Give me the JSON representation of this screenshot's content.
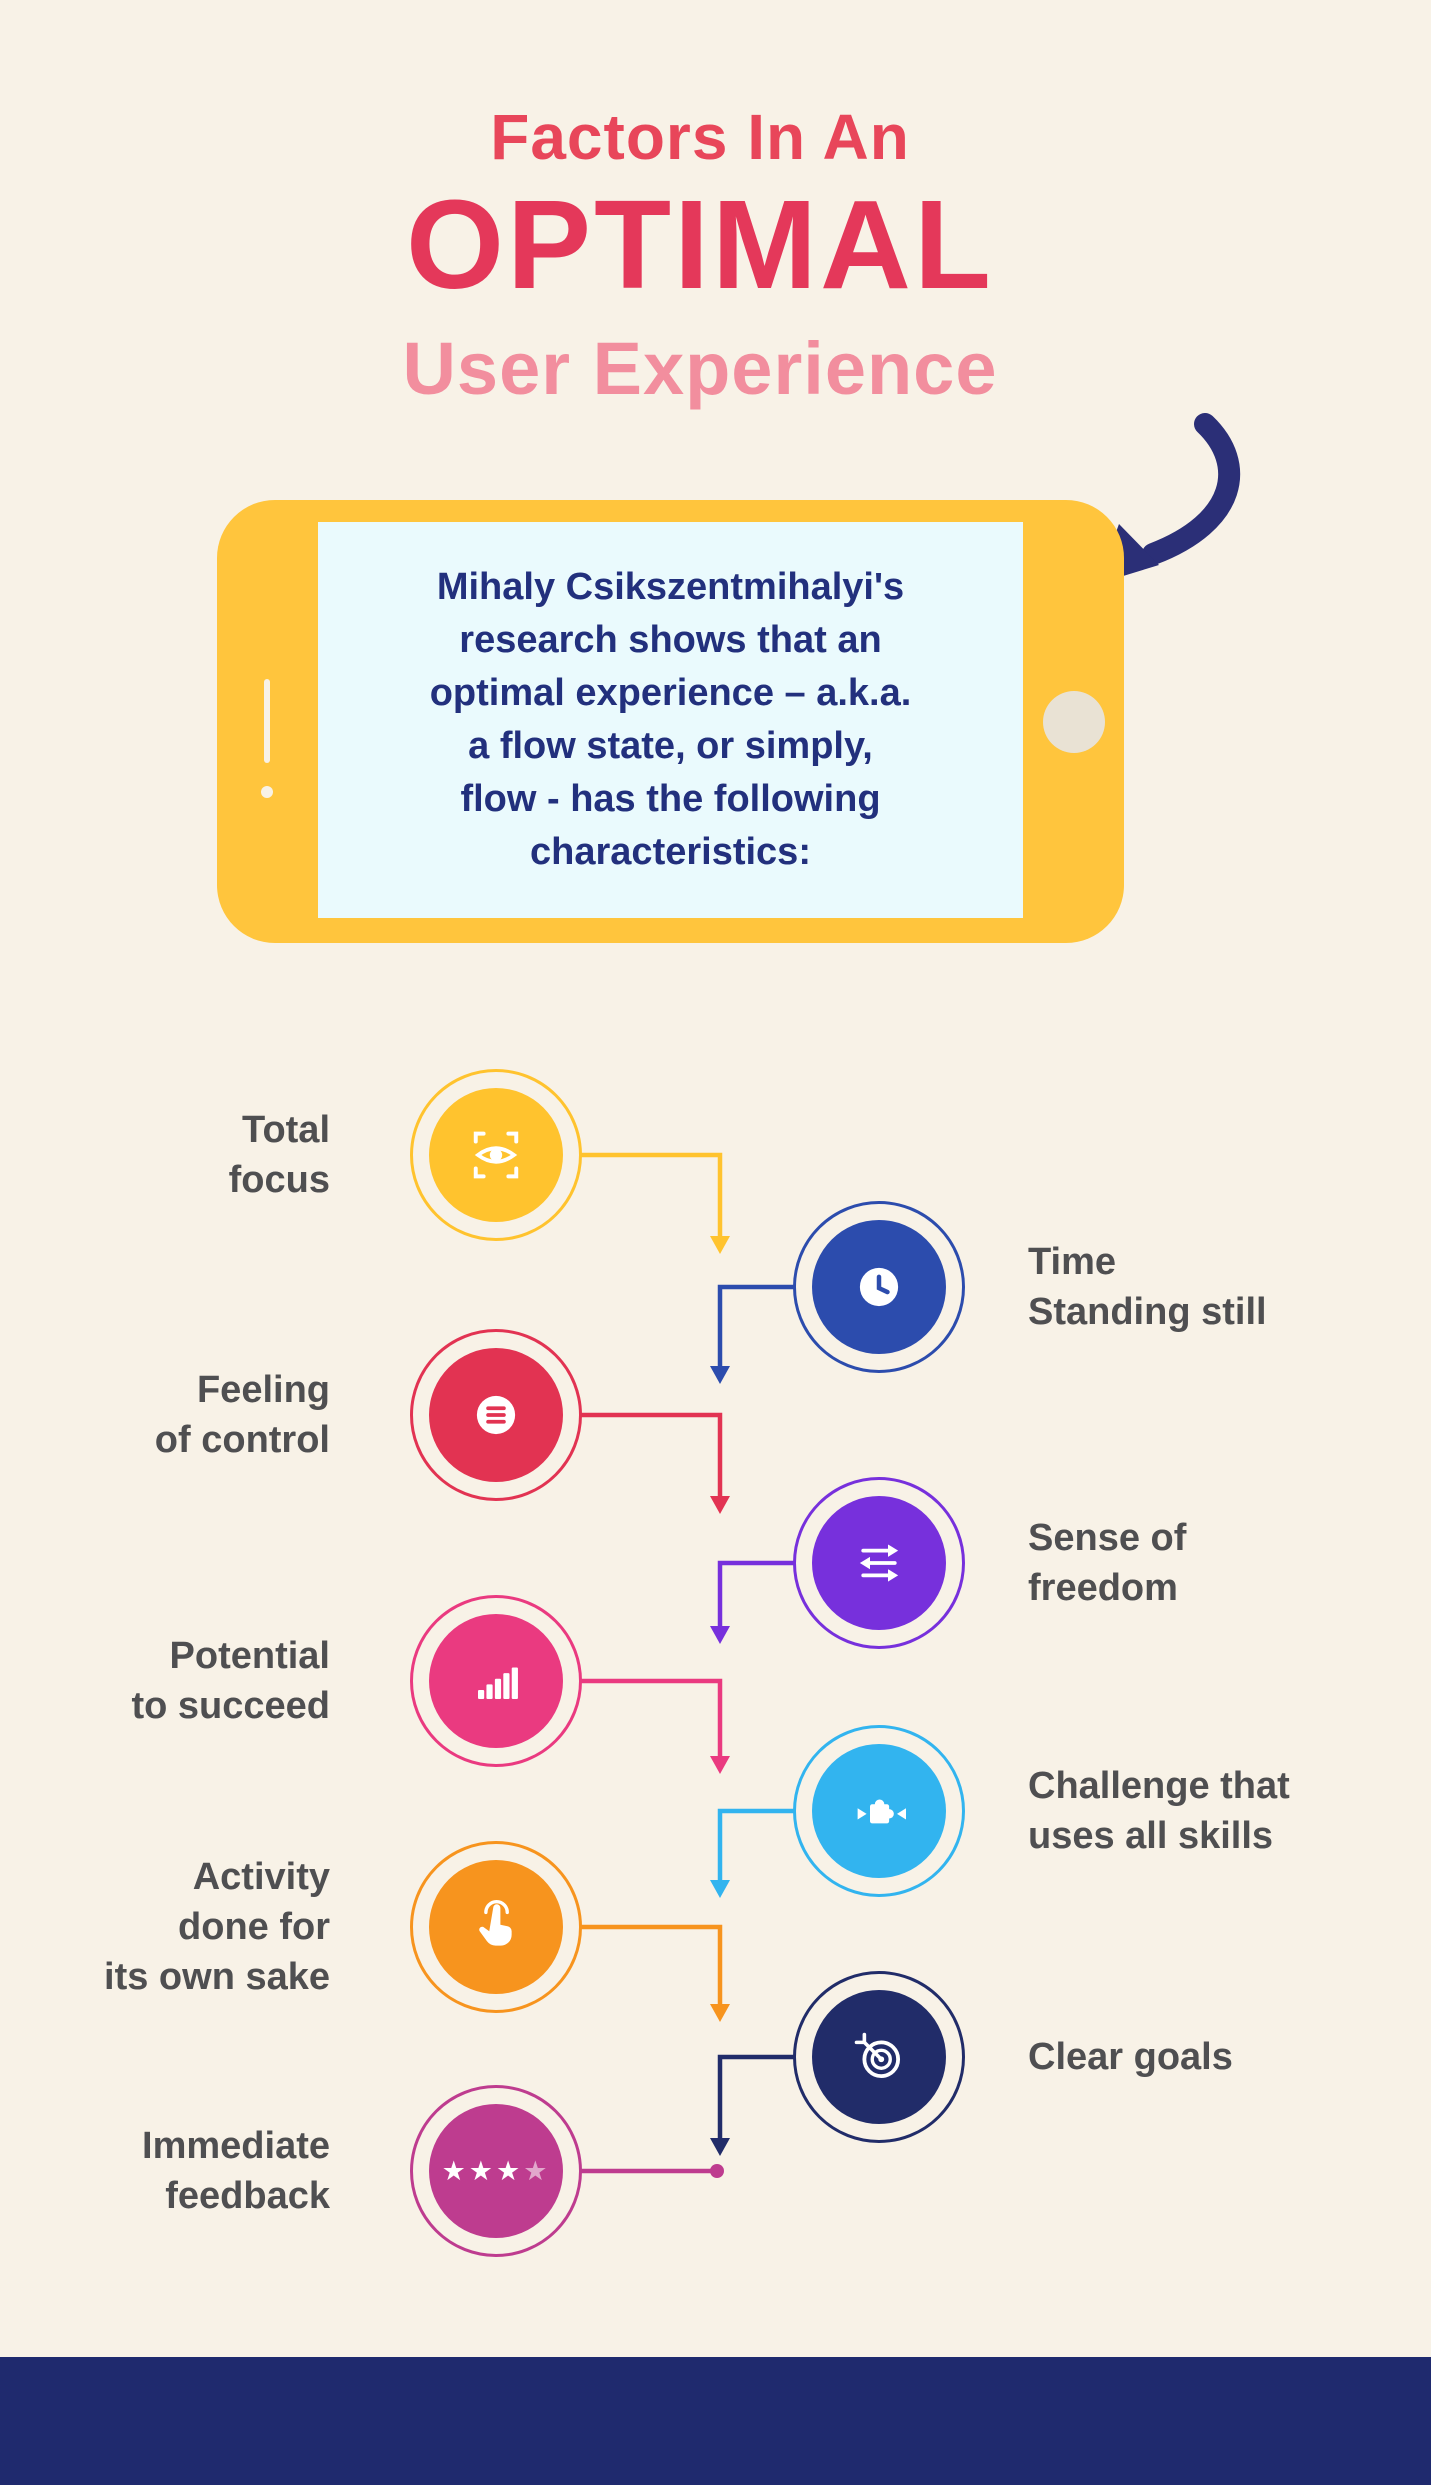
{
  "infographic_title": {
    "line1": "Factors In An",
    "line2": "OPTIMAL",
    "line3": "User Experience"
  },
  "phone": {
    "text_lines": [
      "Mihaly Csikszentmihalyi's",
      "research shows that an",
      "optimal experience – a.k.a.",
      "a flow state, or simply,",
      "flow - has the following",
      "characteristics:"
    ]
  },
  "timeline": {
    "items": [
      {
        "id": "total-focus",
        "side": "left",
        "label_lines": [
          "Total",
          "focus"
        ],
        "icon": "focus-eye-icon",
        "color": "#FFC32E"
      },
      {
        "id": "time-standing-still",
        "side": "right",
        "label_lines": [
          "Time",
          "Standing still"
        ],
        "icon": "clock-icon",
        "color": "#2C4CAD"
      },
      {
        "id": "feeling-of-control",
        "side": "left",
        "label_lines": [
          "Feeling",
          "of control"
        ],
        "icon": "list-icon",
        "color": "#E23352"
      },
      {
        "id": "sense-of-freedom",
        "side": "right",
        "label_lines": [
          "Sense of",
          "freedom"
        ],
        "icon": "direction-arrows-icon",
        "color": "#7730DC"
      },
      {
        "id": "potential-to-succeed",
        "side": "left",
        "label_lines": [
          "Potential",
          "to succeed"
        ],
        "icon": "bar-chart-icon",
        "color": "#EA3A80"
      },
      {
        "id": "challenge-uses-all-skills",
        "side": "right",
        "label_lines": [
          "Challenge that",
          "uses all skills"
        ],
        "icon": "puzzle-icon",
        "color": "#32B4EF"
      },
      {
        "id": "activity-own-sake",
        "side": "left",
        "label_lines": [
          "Activity",
          "done for",
          "its own sake"
        ],
        "icon": "tap-hand-icon",
        "color": "#F7941E"
      },
      {
        "id": "clear-goals",
        "side": "right",
        "label_lines": [
          "Clear goals"
        ],
        "icon": "target-icon",
        "color": "#212C69"
      },
      {
        "id": "immediate-feedback",
        "side": "left",
        "label_lines": [
          "Immediate",
          "feedback"
        ],
        "icon": "star-rating-icon",
        "color": "#BE3C8F",
        "glyph_full": "★★★",
        "glyph_dim": "★"
      }
    ]
  },
  "colors": {
    "background": "#F8F2E7",
    "title_red": "#E4385A",
    "title_pink": "#F28E9E",
    "phone_yellow": "#FFC53D",
    "screen_blue": "#EAFAFD",
    "phone_text_navy": "#22307D",
    "arrow_navy": "#2B2F77",
    "label_gray": "#4F4F51",
    "footer_navy": "#1F2A6E"
  }
}
